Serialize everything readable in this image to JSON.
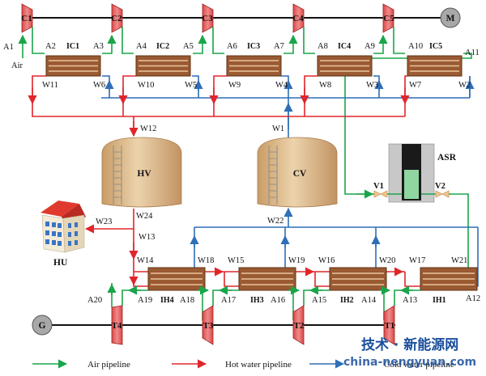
{
  "colors": {
    "air": "#1aa54a",
    "hot": "#e0262b",
    "cold": "#2f6fb7",
    "machine": "#e96262",
    "tank": "#ddb98a",
    "hx": "#9a5a32",
    "shaft": "#111111",
    "watermark": "#1a4f9c"
  },
  "compressors": [
    {
      "label": "C1"
    },
    {
      "label": "C2"
    },
    {
      "label": "C3"
    },
    {
      "label": "C4"
    },
    {
      "label": "C5"
    }
  ],
  "turbines": [
    {
      "label": "T4"
    },
    {
      "label": "T3"
    },
    {
      "label": "T2"
    },
    {
      "label": "T1"
    }
  ],
  "motor": {
    "label": "M"
  },
  "generator": {
    "label": "G"
  },
  "intercoolers": [
    {
      "label": "IC1",
      "w_hot": "W11",
      "w_cold": "W6"
    },
    {
      "label": "IC2",
      "w_hot": "W10",
      "w_cold": "W5"
    },
    {
      "label": "IC3",
      "w_hot": "W9",
      "w_cold": "W4"
    },
    {
      "label": "IC4",
      "w_hot": "W8",
      "w_cold": "W3"
    },
    {
      "label": "IC5",
      "w_hot": "W7",
      "w_cold": "W2"
    }
  ],
  "interheaters": [
    {
      "label": "IH4",
      "w_hot": "W14",
      "w_cold": "W18"
    },
    {
      "label": "IH3",
      "w_hot": "W15",
      "w_cold": "W19"
    },
    {
      "label": "IH2",
      "w_hot": "W16",
      "w_cold": "W20"
    },
    {
      "label": "IH1",
      "w_hot": "W17",
      "w_cold": "W21"
    }
  ],
  "air_points": {
    "a1": "A1",
    "air": "Air",
    "a2": "A2",
    "a3": "A3",
    "a4": "A4",
    "a5": "A5",
    "a6": "A6",
    "a7": "A7",
    "a8": "A8",
    "a9": "A9",
    "a10": "A10",
    "a11": "A11",
    "a12": "A12",
    "a13": "A13",
    "a14": "A14",
    "a15": "A15",
    "a16": "A16",
    "a17": "A17",
    "a18": "A18",
    "a19": "A19",
    "a20": "A20"
  },
  "water_points": {
    "w1": "W1",
    "w12": "W12",
    "w13": "W13",
    "w22": "W22",
    "w23": "W23",
    "w24": "W24"
  },
  "tanks": {
    "hot": "HV",
    "cold": "CV"
  },
  "storage": {
    "label": "ASR"
  },
  "valves": {
    "v1": "V1",
    "v2": "V2"
  },
  "user": {
    "label": "HU"
  },
  "legend": {
    "air": "Air pipeline",
    "hot": "Hot water pipeline",
    "cold": "Cold water pipeline"
  },
  "watermark": {
    "line1": "技术 · 新能源网",
    "line2": "china-nengyuan.com"
  }
}
